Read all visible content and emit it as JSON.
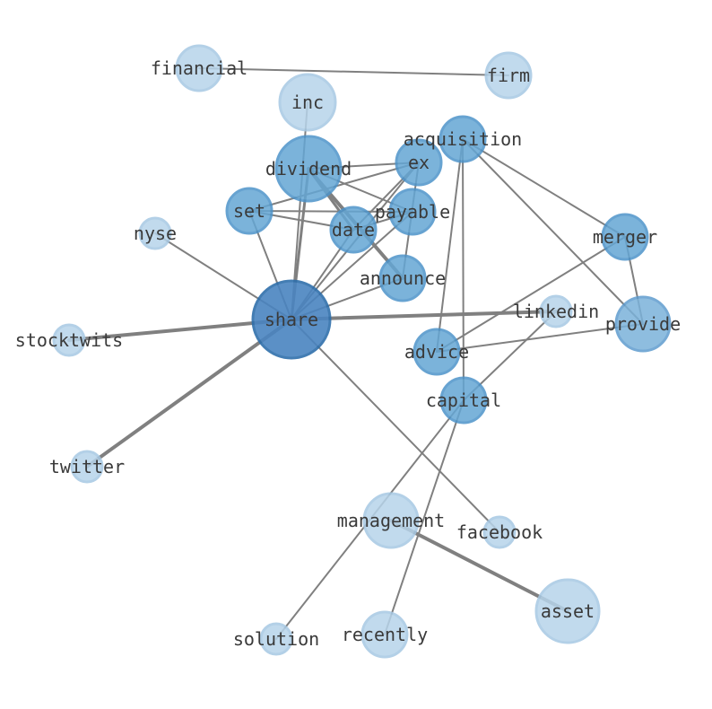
{
  "graph": {
    "nodes": [
      {
        "id": "financial",
        "label": "financial",
        "level": 1
      },
      {
        "id": "firm",
        "label": "firm",
        "level": 1
      },
      {
        "id": "inc",
        "label": "inc",
        "level": 1
      },
      {
        "id": "acquisition",
        "label": "acquisition",
        "level": 3
      },
      {
        "id": "dividend",
        "label": "dividend",
        "level": 3
      },
      {
        "id": "ex",
        "label": "ex",
        "level": 3
      },
      {
        "id": "set",
        "label": "set",
        "level": 3
      },
      {
        "id": "payable",
        "label": "payable",
        "level": 3
      },
      {
        "id": "date",
        "label": "date",
        "level": 3
      },
      {
        "id": "nyse",
        "label": "nyse",
        "level": 1
      },
      {
        "id": "merger",
        "label": "merger",
        "level": 3
      },
      {
        "id": "announce",
        "label": "announce",
        "level": 3
      },
      {
        "id": "linkedin",
        "label": "linkedin",
        "level": 1
      },
      {
        "id": "provide",
        "label": "provide",
        "level": 2
      },
      {
        "id": "share",
        "label": "share",
        "level": 4
      },
      {
        "id": "stocktwits",
        "label": "stocktwits",
        "level": 1
      },
      {
        "id": "advice",
        "label": "advice",
        "level": 3
      },
      {
        "id": "capital",
        "label": "capital",
        "level": 3
      },
      {
        "id": "twitter",
        "label": "twitter",
        "level": 1
      },
      {
        "id": "management",
        "label": "management",
        "level": 1
      },
      {
        "id": "facebook",
        "label": "facebook",
        "level": 1
      },
      {
        "id": "asset",
        "label": "asset",
        "level": 1
      },
      {
        "id": "solution",
        "label": "solution",
        "level": 1
      },
      {
        "id": "recently",
        "label": "recently",
        "level": 1
      }
    ],
    "edges": [
      {
        "source": "financial",
        "target": "firm",
        "weight": 1
      },
      {
        "source": "inc",
        "target": "share",
        "weight": 1
      },
      {
        "source": "dividend",
        "target": "share",
        "weight": 1.5
      },
      {
        "source": "dividend",
        "target": "ex",
        "weight": 1
      },
      {
        "source": "dividend",
        "target": "payable",
        "weight": 1
      },
      {
        "source": "dividend",
        "target": "date",
        "weight": 1.5
      },
      {
        "source": "dividend",
        "target": "announce",
        "weight": 2
      },
      {
        "source": "set",
        "target": "ex",
        "weight": 1
      },
      {
        "source": "set",
        "target": "payable",
        "weight": 1
      },
      {
        "source": "set",
        "target": "date",
        "weight": 1
      },
      {
        "source": "set",
        "target": "share",
        "weight": 1
      },
      {
        "source": "ex",
        "target": "date",
        "weight": 1
      },
      {
        "source": "ex",
        "target": "share",
        "weight": 1
      },
      {
        "source": "ex",
        "target": "announce",
        "weight": 1
      },
      {
        "source": "payable",
        "target": "date",
        "weight": 1
      },
      {
        "source": "payable",
        "target": "share",
        "weight": 1
      },
      {
        "source": "date",
        "target": "share",
        "weight": 1
      },
      {
        "source": "announce",
        "target": "share",
        "weight": 1
      },
      {
        "source": "acquisition",
        "target": "merger",
        "weight": 1
      },
      {
        "source": "acquisition",
        "target": "provide",
        "weight": 1
      },
      {
        "source": "acquisition",
        "target": "advice",
        "weight": 1
      },
      {
        "source": "acquisition",
        "target": "capital",
        "weight": 1
      },
      {
        "source": "merger",
        "target": "advice",
        "weight": 1
      },
      {
        "source": "merger",
        "target": "provide",
        "weight": 1
      },
      {
        "source": "advice",
        "target": "provide",
        "weight": 1
      },
      {
        "source": "nyse",
        "target": "share",
        "weight": 1
      },
      {
        "source": "stocktwits",
        "target": "share",
        "weight": 2
      },
      {
        "source": "share",
        "target": "linkedin",
        "weight": 2
      },
      {
        "source": "share",
        "target": "twitter",
        "weight": 2
      },
      {
        "source": "share",
        "target": "facebook",
        "weight": 1
      },
      {
        "source": "linkedin",
        "target": "capital",
        "weight": 1
      },
      {
        "source": "capital",
        "target": "solution",
        "weight": 1
      },
      {
        "source": "capital",
        "target": "recently",
        "weight": 1
      },
      {
        "source": "management",
        "target": "asset",
        "weight": 2
      }
    ],
    "level_colors": {
      "1": "#b7d4ea",
      "2": "#7bb2da",
      "3": "#64a6d4",
      "4": "#4a84c0"
    },
    "level_stroke_colors": {
      "1": "#a6c8e3",
      "2": "#5f9cce",
      "3": "#4d93c9",
      "4": "#2f6fab"
    },
    "edge_color": "#808080",
    "label_color": "#3a3a3a"
  }
}
